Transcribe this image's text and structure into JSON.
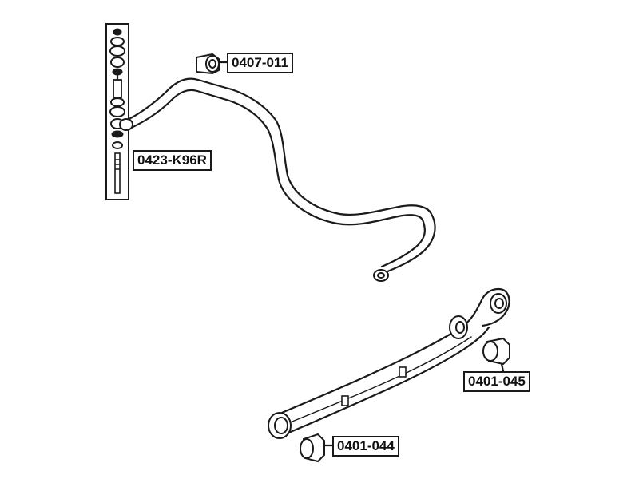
{
  "labels": {
    "bushing_top": "0407-011",
    "stabilizer_link": "0423-K96R",
    "arm_bushing_right": "0401-045",
    "arm_bushing_left": "0401-044"
  },
  "colors": {
    "line": "#1a1a1a",
    "background": "#ffffff"
  }
}
